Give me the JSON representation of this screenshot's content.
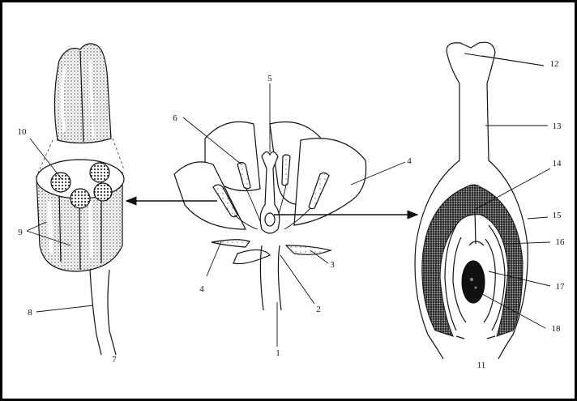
{
  "figure": {
    "labels": [
      "1",
      "2",
      "3",
      "4",
      "4",
      "5",
      "6",
      "7",
      "8",
      "9",
      "10",
      "11",
      "12",
      "13",
      "14",
      "15",
      "16",
      "17",
      "18"
    ]
  }
}
